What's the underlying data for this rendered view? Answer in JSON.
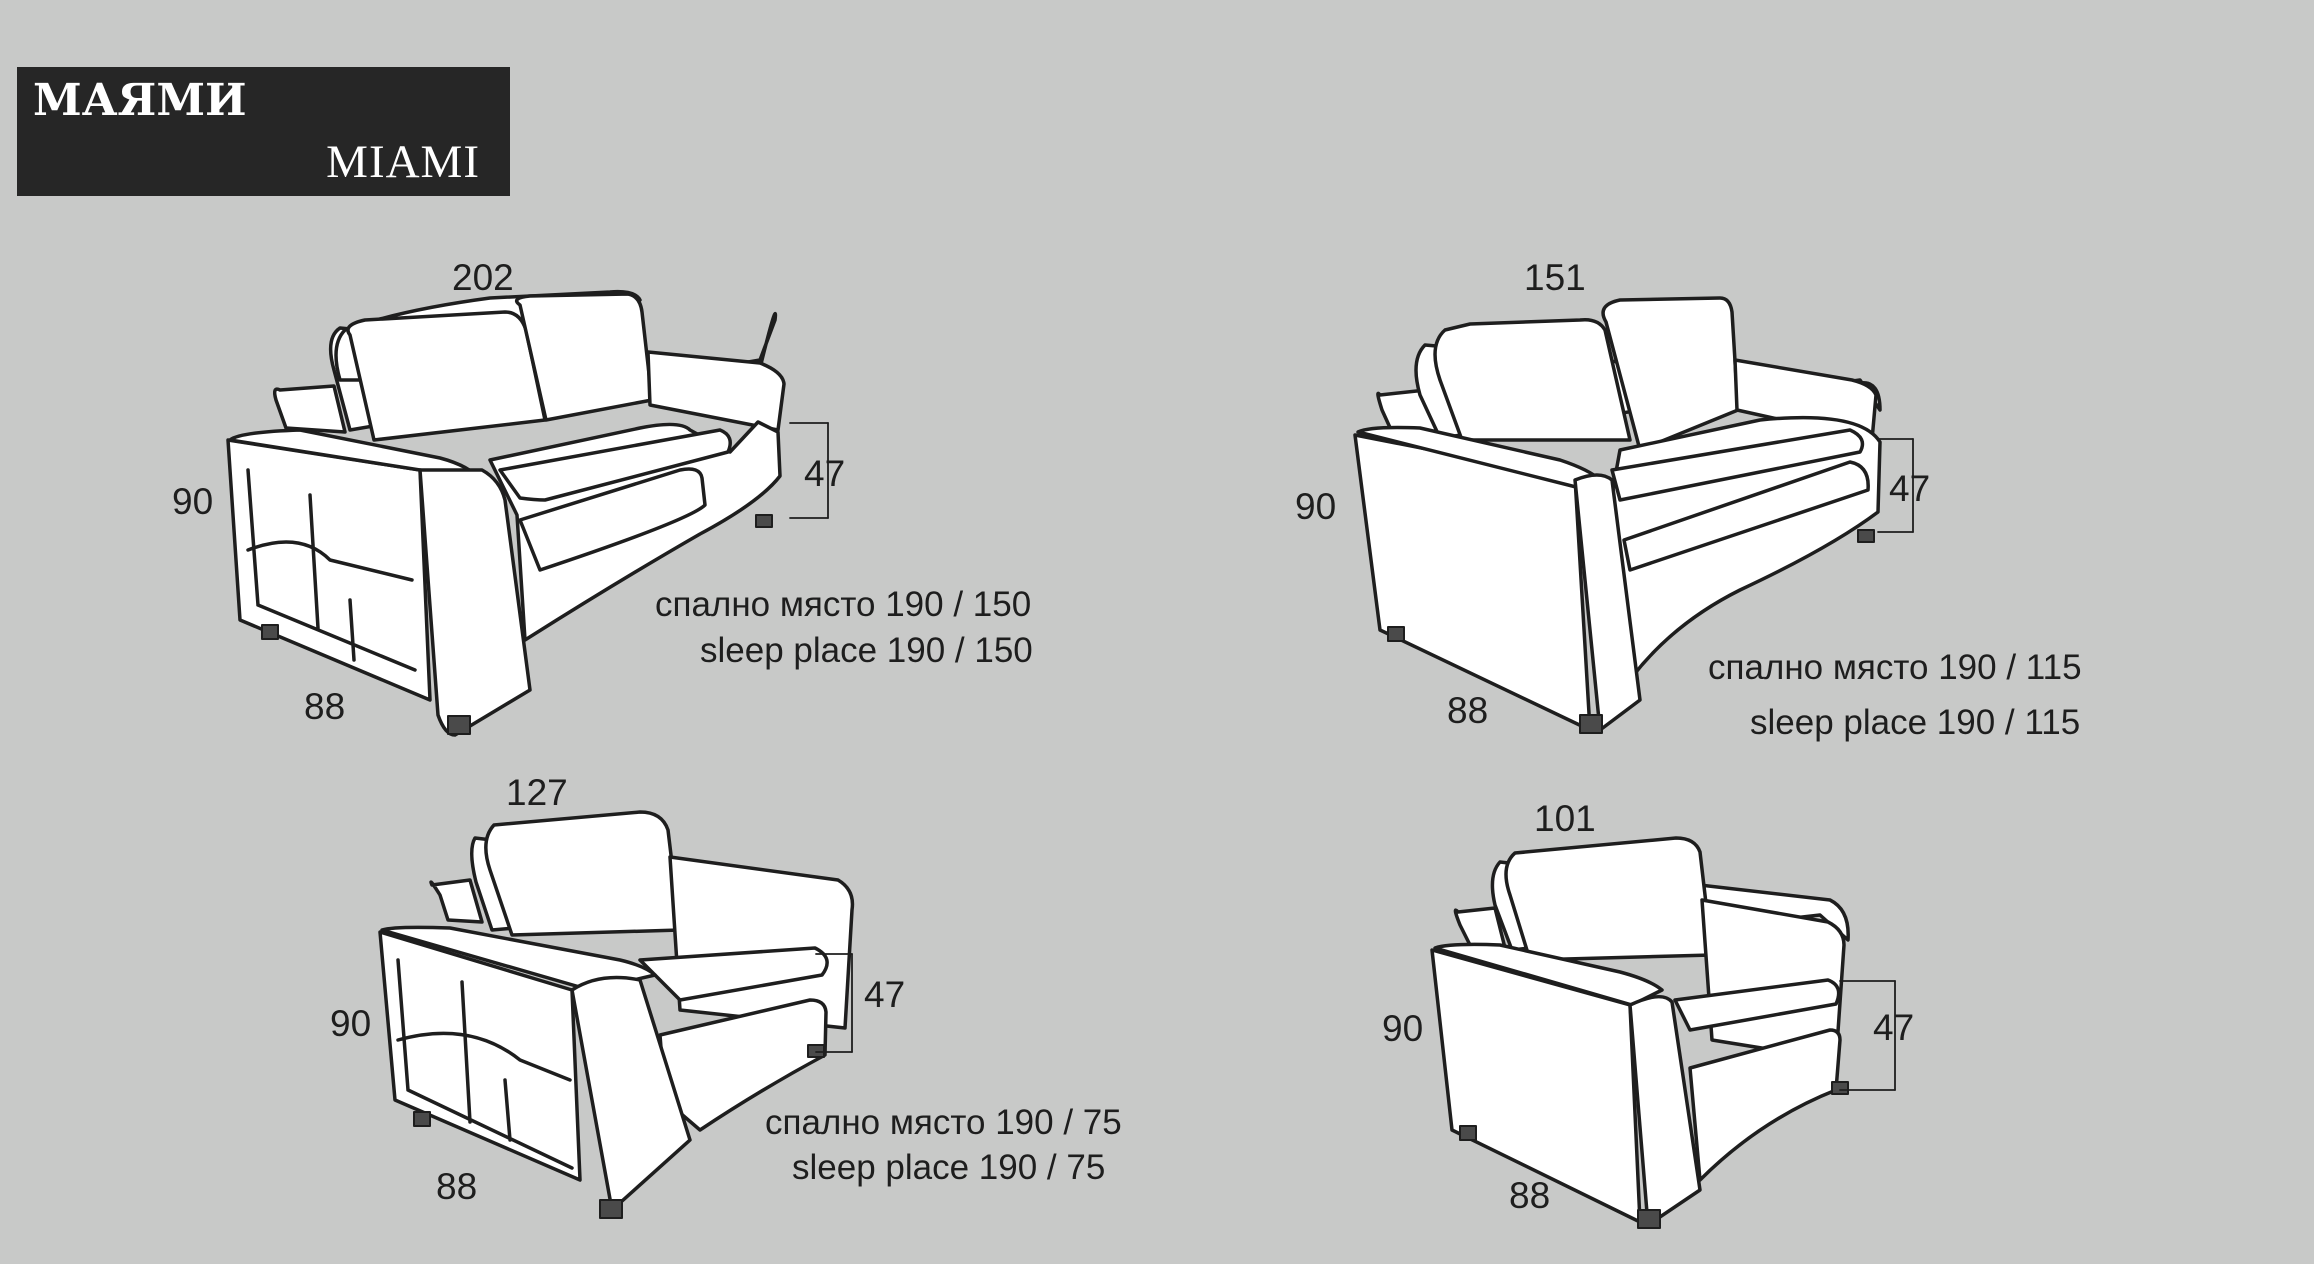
{
  "title": {
    "bg": "МАЯМИ",
    "en": "MIAMI"
  },
  "items": [
    {
      "name": "sofa-shelf-large",
      "width": "202",
      "height": "90",
      "depth": "88",
      "seat": "47",
      "sleep_bg": "спално място 190 / 150",
      "sleep_en": "sleep place 190 / 150"
    },
    {
      "name": "sofa-two-seat",
      "width": "151",
      "height": "90",
      "depth": "88",
      "seat": "47",
      "sleep_bg": "спално място 190 / 115",
      "sleep_en": "sleep place 190 / 115"
    },
    {
      "name": "armchair-shelf",
      "width": "127",
      "height": "90",
      "depth": "88",
      "seat": "47",
      "sleep_bg": "спално място 190 / 75",
      "sleep_en": "sleep place 190 / 75"
    },
    {
      "name": "armchair",
      "width": "101",
      "height": "90",
      "depth": "88",
      "seat": "47"
    }
  ]
}
